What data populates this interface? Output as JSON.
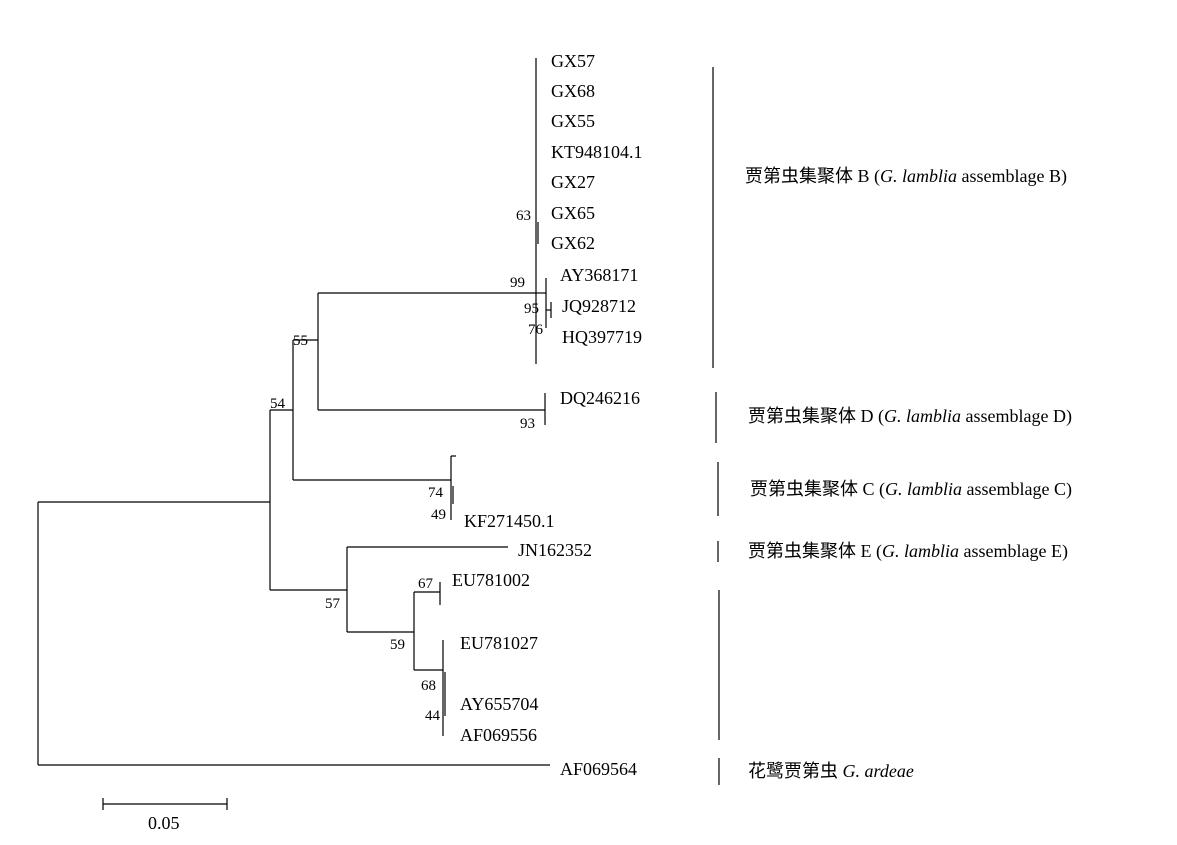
{
  "tree": {
    "leaves": {
      "gx57": "GX57",
      "gx68": "GX68",
      "gx55": "GX55",
      "kt948104": "KT948104.1",
      "gx27": "GX27",
      "gx65": "GX65",
      "gx62": "GX62",
      "ay368171": "AY368171",
      "jq928712": "JQ928712",
      "hq397719": "HQ397719",
      "dq246216": "DQ246216",
      "kf271450": "KF271450.1",
      "jn162352": "JN162352",
      "eu781002": "EU781002",
      "eu781027": "EU781027",
      "ay655704": "AY655704",
      "af069556": "AF069556",
      "af069564": "AF069564"
    },
    "bootstrap": {
      "b63": "63",
      "b99": "99",
      "b95": "95",
      "b76": "76",
      "b55": "55",
      "b54": "54",
      "b93": "93",
      "b74": "74",
      "b49": "49",
      "b67": "67",
      "b57": "57",
      "b59": "59",
      "b68": "68",
      "b44": "44"
    }
  },
  "clades": {
    "b": {
      "cn": "贾第虫集聚体 B (",
      "genus": "G. lamblia",
      "rest": " assemblage B)"
    },
    "d": {
      "cn": "贾第虫集聚体 D (",
      "genus": "G. lamblia",
      "rest": " assemblage D)"
    },
    "c": {
      "cn": "贾第虫集聚体 C (",
      "genus": "G. lamblia",
      "rest": " assemblage C)"
    },
    "e": {
      "cn": "贾第虫集聚体 E (",
      "genus": "G. lamblia",
      "rest": "  assemblage E)"
    },
    "ardeae": {
      "cn": "花鹭贾第虫 ",
      "genus": "G. ardeae"
    }
  },
  "scale_bar": {
    "label": "0.05"
  }
}
